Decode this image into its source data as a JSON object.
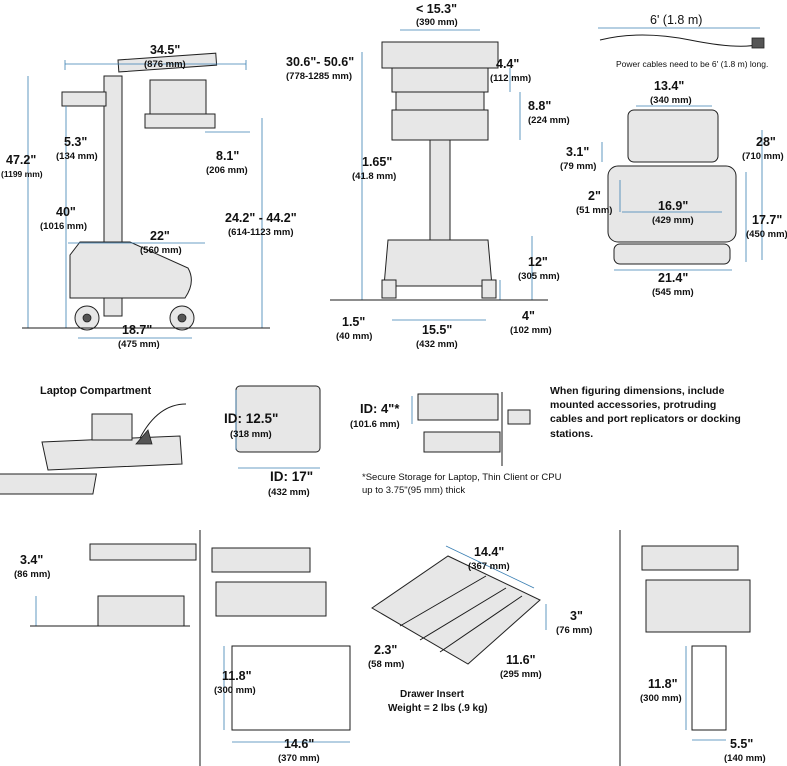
{
  "labels": {
    "cart_width_in": "34.5\"",
    "cart_width_mm": "(876 mm)",
    "total_height_in": "47.2\"",
    "total_height_mm": "(1199 mm)",
    "handle_in": "5.3\"",
    "handle_mm": "(134 mm)",
    "work_height_in": "40\"",
    "work_height_mm": "(1016 mm)",
    "base_depth_in": "22\"",
    "base_depth_mm": "(560 mm)",
    "base_width_in": "18.7\"",
    "base_width_mm": "(475 mm)",
    "tray_in": "8.1\"",
    "tray_mm": "(206 mm)",
    "lift_range_in": "24.2\" - 44.2\"",
    "lift_range_mm": "(614-1123 mm)",
    "top_width_in": "< 15.3\"",
    "top_width_mm": "(390 mm)",
    "height_range_in": "30.6\"- 50.6\"",
    "height_range_mm": "(778-1285 mm)",
    "top_box_in": "4.4\"",
    "top_box_mm": "(112 mm)",
    "drawer_h_in": "8.8\"",
    "drawer_h_mm": "(224 mm)",
    "column_in": "1.65\"",
    "column_mm": "(41.8 mm)",
    "base_h_in": "12\"",
    "base_h_mm": "(305 mm)",
    "caster_in": "1.5\"",
    "caster_mm": "(40 mm)",
    "base_w2_in": "15.5\"",
    "base_w2_mm": "(432 mm)",
    "wheel_in": "4\"",
    "wheel_mm": "(102 mm)",
    "cable_in": "6' (1.8 m)",
    "cable_note": "Power cables need to be 6' (1.8 m) long.",
    "top_w3_in": "13.4\"",
    "top_w3_mm": "(340 mm)",
    "depth_in": "28\"",
    "depth_mm": "(710 mm)",
    "grip_in": "3.1\"",
    "grip_mm": "(79 mm)",
    "mount_in": "2\"",
    "mount_mm": "(51 mm)",
    "bar_in": "16.9\"",
    "bar_mm": "(429 mm)",
    "side_in": "17.7\"",
    "side_mm": "(450 mm)",
    "footprint_in": "21.4\"",
    "footprint_mm": "(545 mm)",
    "laptop_title": "Laptop Compartment",
    "id_h_in": "ID: 12.5\"",
    "id_h_mm": "(318 mm)",
    "id_w_in": "ID: 17\"",
    "id_w_mm": "(432 mm)",
    "id_d_in": "ID: 4\"*",
    "id_d_mm": "(101.6 mm)",
    "secure_note": "*Secure Storage for Laptop, Thin Client or CPU up to 3.75\"(95 mm) thick",
    "dims_note": "When figuring dimensions, include mounted accessories, protruding cables and port replicators or docking stations.",
    "shelf_in": "3.4\"",
    "shelf_mm": "(86 mm)",
    "dr1_h_in": "11.8\"",
    "dr1_h_mm": "(300 mm)",
    "dr1_w_in": "14.6\"",
    "dr1_w_mm": "(370 mm)",
    "ins_w_in": "14.4\"",
    "ins_w_mm": "(367 mm)",
    "ins_h_in": "3\"",
    "ins_h_mm": "(76 mm)",
    "ins_c_in": "2.3\"",
    "ins_c_mm": "(58 mm)",
    "ins_d_in": "11.6\"",
    "ins_d_mm": "(295 mm)",
    "insert_title": "Drawer Insert",
    "insert_weight": "Weight = 2 lbs (.9 kg)",
    "dr2_h_in": "11.8\"",
    "dr2_h_mm": "(300 mm)",
    "dr2_w_in": "5.5\"",
    "dr2_w_mm": "(140 mm)"
  }
}
